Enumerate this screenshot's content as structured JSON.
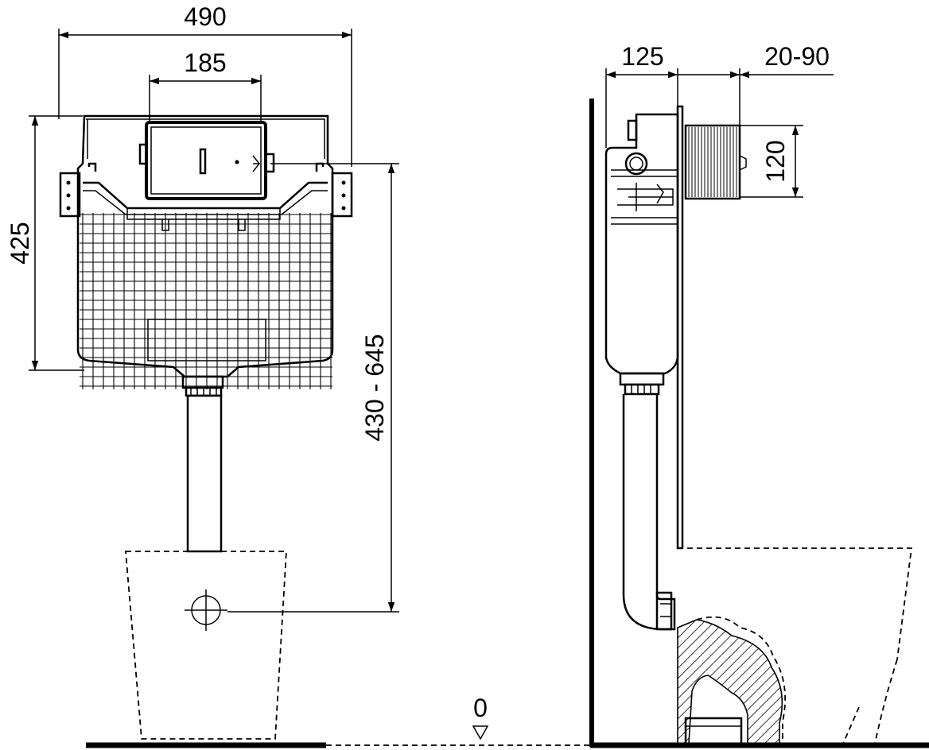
{
  "front_view": {
    "dims": {
      "overall_width": "490",
      "button_plate_width": "185",
      "cistern_height": "425",
      "install_height": "430 - 645"
    }
  },
  "side_view": {
    "dims": {
      "cistern_depth": "125",
      "wall_adjust": "20-90",
      "plate_height": "120"
    }
  },
  "floor_level": "0"
}
